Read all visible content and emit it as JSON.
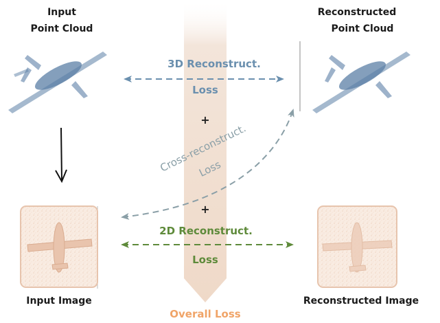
{
  "labels": {
    "input_point_cloud_line1": "Input",
    "input_point_cloud_line2": "Point Cloud",
    "reconstructed_point_cloud_line1": "Reconstructed",
    "reconstructed_point_cloud_line2": "Point Cloud",
    "input_image": "Input Image",
    "reconstructed_image": "Reconstructed Image",
    "overall_loss": "Overall Loss"
  },
  "losses": {
    "reconstruct_3d_line1": "3D Reconstruct.",
    "reconstruct_3d_line2": "Loss",
    "plus_1": "+",
    "cross_line1": "Cross-reconstruct.",
    "cross_line2": "Loss",
    "plus_2": "+",
    "reconstruct_2d_line1": "2D Reconstruct.",
    "reconstruct_2d_line2": "Loss"
  },
  "colors": {
    "loss_3d": "#6a8fae",
    "cross": "#8a9fa7",
    "loss_2d": "#5e8a3a",
    "overall": "#f0a468",
    "point_cloud": "#5b7fa6",
    "image_frame": "#e7c4ad",
    "image_fill": "#f7e6db"
  }
}
